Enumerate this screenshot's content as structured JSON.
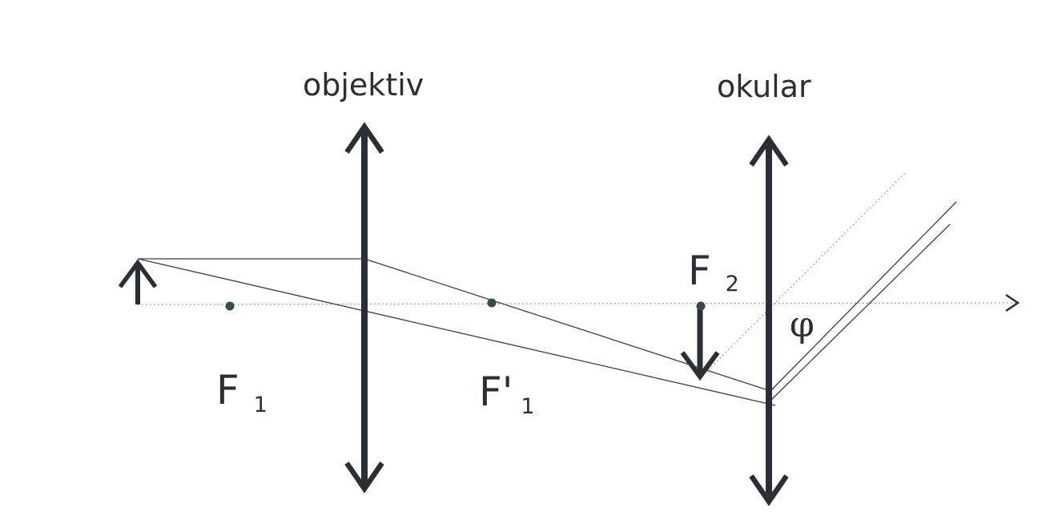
{
  "labels": {
    "objective": "objektiv",
    "eyepiece": "okular",
    "f1": {
      "main": "F",
      "sub": "1"
    },
    "f1_prime": {
      "main": "F'",
      "sub": "1"
    },
    "f2": {
      "main": "F",
      "sub": "2"
    },
    "angle": "φ"
  },
  "colors": {
    "ink": "#2b2e35",
    "line": "#3a3d44",
    "dotted": "#8a8d93"
  }
}
